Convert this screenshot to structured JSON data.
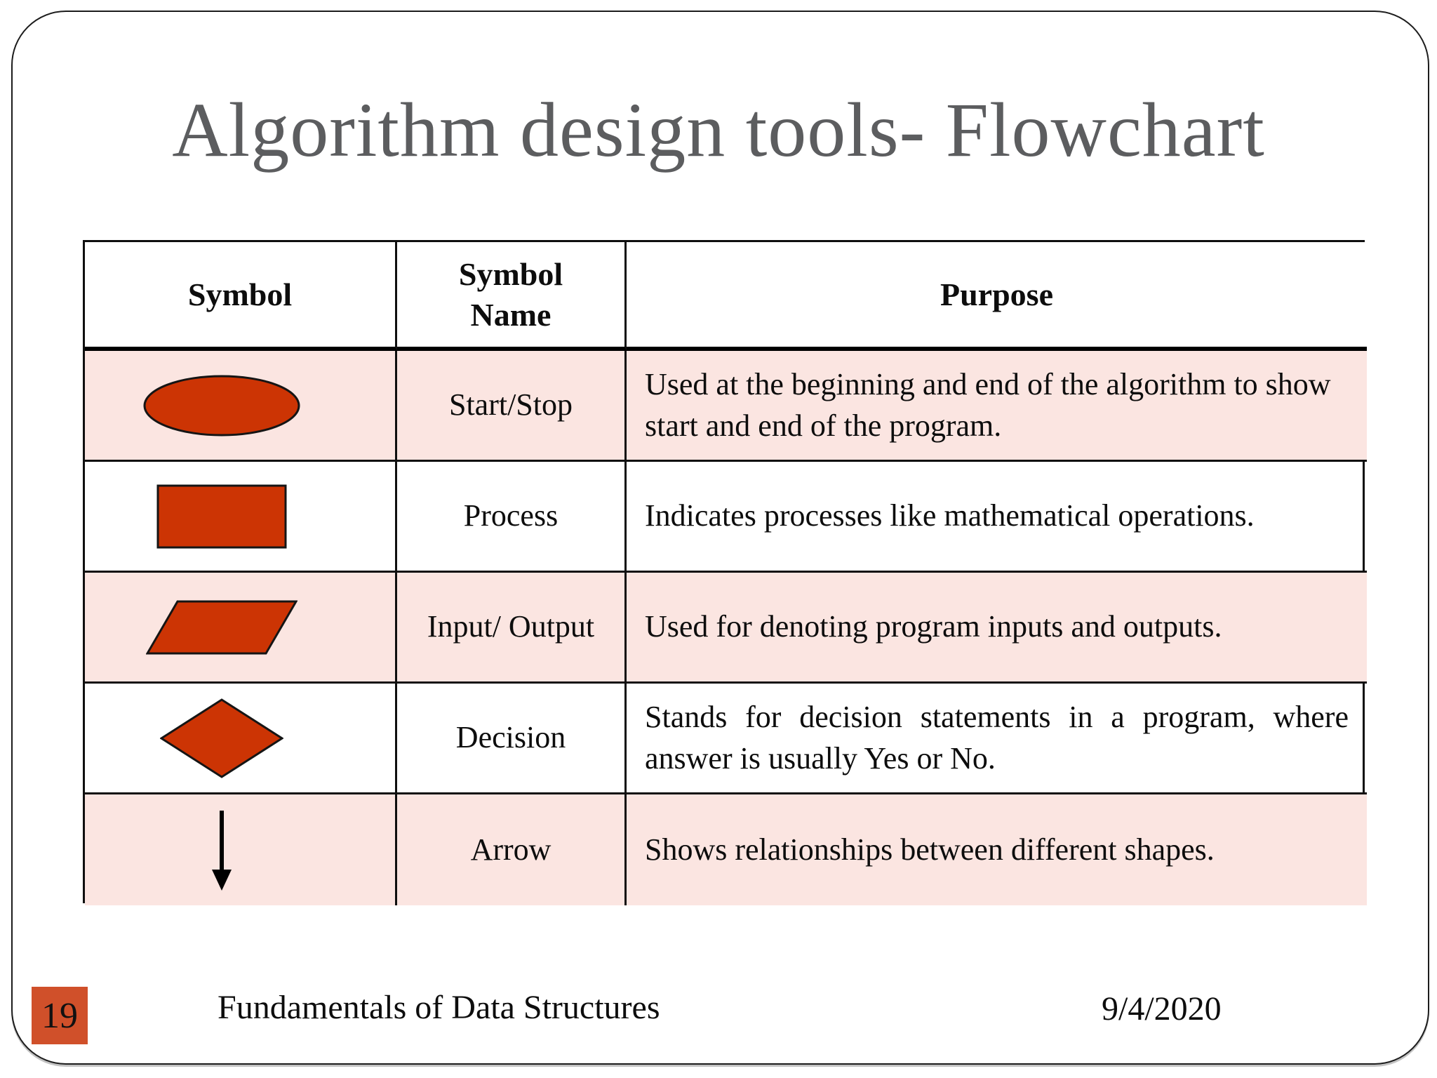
{
  "slide": {
    "title": "Algorithm design tools- Flowchart",
    "page_number": "19",
    "footer_left": "Fundamentals of Data Structures",
    "footer_right": "9/4/2020"
  },
  "table": {
    "headers": [
      "Symbol",
      "Symbol Name",
      "Purpose"
    ],
    "rows": [
      {
        "symbol_icon": "ellipse-shape",
        "name": "Start/Stop",
        "purpose": "Used at the beginning and end of the algorithm to show start and end of the program."
      },
      {
        "symbol_icon": "rectangle-shape",
        "name": "Process",
        "purpose": "Indicates processes like mathematical operations."
      },
      {
        "symbol_icon": "parallelogram-shape",
        "name": "Input/ Output",
        "purpose": "Used for denoting program inputs and outputs."
      },
      {
        "symbol_icon": "diamond-shape",
        "name": "Decision",
        "purpose": "Stands for decision statements in a program, where answer is usually Yes or No."
      },
      {
        "symbol_icon": "arrow-shape",
        "name": "Arrow",
        "purpose": "Shows relationships between different shapes."
      }
    ]
  },
  "colors": {
    "shape_fill": "#cc3404",
    "row_pink": "#fbe5e1",
    "page_box": "#d0502a",
    "title_gray": "#5c5d5f"
  }
}
